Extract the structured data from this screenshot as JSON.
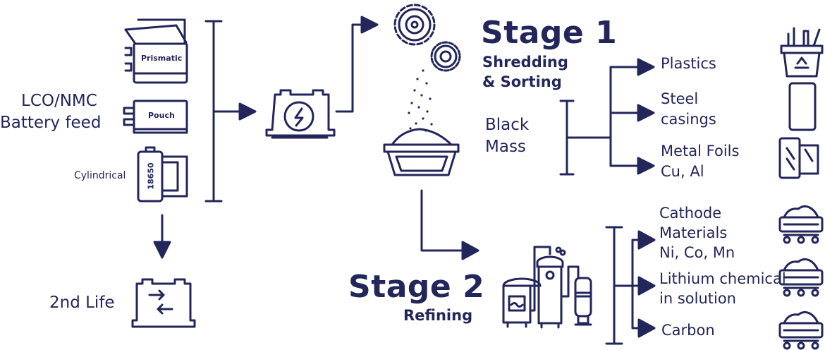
{
  "colors": {
    "primary": "#23265a"
  },
  "feed": {
    "line1": "LCO/NMC",
    "line2": "Battery feed",
    "cell_types": [
      "Prismatic",
      "Pouch",
      "Cylindrical"
    ],
    "cylinder_code": "18650"
  },
  "second_life": "2nd Life",
  "stage1": {
    "title": "Stage 1",
    "subtitle_line1": "Shredding",
    "subtitle_line2": "& Sorting",
    "intermediate_line1": "Black",
    "intermediate_line2": "Mass",
    "outputs": [
      {
        "lines": [
          "Plastics"
        ]
      },
      {
        "lines": [
          "Steel",
          "casings"
        ]
      },
      {
        "lines": [
          "Metal Foils",
          "Cu, Al"
        ]
      }
    ]
  },
  "stage2": {
    "title": "Stage 2",
    "subtitle": "Refining",
    "outputs": [
      {
        "lines": [
          "Cathode",
          "Materials",
          "Ni, Co, Mn"
        ]
      },
      {
        "lines": [
          "Lithium chemical",
          "in solution"
        ]
      },
      {
        "lines": [
          "Carbon"
        ]
      }
    ]
  }
}
